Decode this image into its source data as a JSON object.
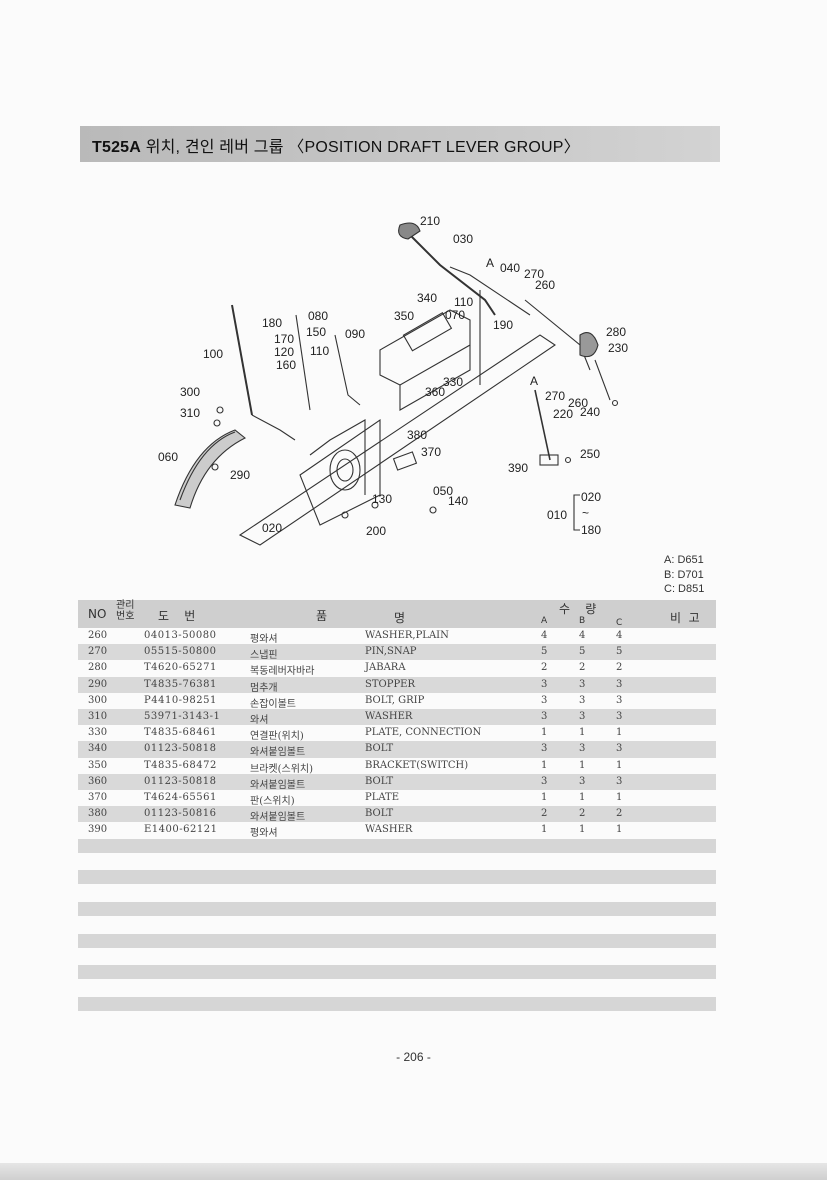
{
  "title": {
    "code": "T525A",
    "text": "위치, 견인 레버 그룹 〈POSITION DRAFT LEVER GROUP〉"
  },
  "diagram": {
    "callouts": [
      "210",
      "030",
      "A",
      "040",
      "270",
      "260",
      "340",
      "110",
      "070",
      "350",
      "190",
      "280",
      "230",
      "180",
      "080",
      "150",
      "090",
      "170",
      "120",
      "110",
      "160",
      "100",
      "300",
      "310",
      "330",
      "360",
      "A",
      "270",
      "260",
      "220",
      "240",
      "380",
      "370",
      "060",
      "290",
      "390",
      "250",
      "050",
      "140",
      "130",
      "020",
      "200",
      "010",
      "020",
      "~",
      "180"
    ]
  },
  "legend": [
    "A: D651",
    "B: D701",
    "C: D851"
  ],
  "table": {
    "header": {
      "no": "NO",
      "mgmt": "관리\n번호",
      "drawing": "도    번",
      "name_kr": "품",
      "name_en": "명",
      "qty": "수    량",
      "qa": "A",
      "qb": "B",
      "qc": "C",
      "remark": "비  고"
    },
    "rows": [
      {
        "no": "260",
        "part": "04013-50080",
        "kr": "평와셔",
        "en": "WASHER,PLAIN",
        "a": "4",
        "b": "4",
        "c": "4"
      },
      {
        "no": "270",
        "part": "05515-50800",
        "kr": "스냅핀",
        "en": "PIN,SNAP",
        "a": "5",
        "b": "5",
        "c": "5"
      },
      {
        "no": "280",
        "part": "T4620-65271",
        "kr": "복동레버자바라",
        "en": "JABARA",
        "a": "2",
        "b": "2",
        "c": "2"
      },
      {
        "no": "290",
        "part": "T4835-76381",
        "kr": "멈추개",
        "en": "STOPPER",
        "a": "3",
        "b": "3",
        "c": "3"
      },
      {
        "no": "300",
        "part": "P4410-98251",
        "kr": "손잡이볼트",
        "en": "BOLT, GRIP",
        "a": "3",
        "b": "3",
        "c": "3"
      },
      {
        "no": "310",
        "part": "53971-3143-1",
        "kr": "와셔",
        "en": "WASHER",
        "a": "3",
        "b": "3",
        "c": "3"
      },
      {
        "no": "330",
        "part": "T4835-68461",
        "kr": "연결판(위치)",
        "en": "PLATE, CONNECTION",
        "a": "1",
        "b": "1",
        "c": "1"
      },
      {
        "no": "340",
        "part": "01123-50818",
        "kr": "와셔붙임볼트",
        "en": "BOLT",
        "a": "3",
        "b": "3",
        "c": "3"
      },
      {
        "no": "350",
        "part": "T4835-68472",
        "kr": "브라켓(스위치)",
        "en": "BRACKET(SWITCH)",
        "a": "1",
        "b": "1",
        "c": "1"
      },
      {
        "no": "360",
        "part": "01123-50818",
        "kr": "와셔붙임볼트",
        "en": "BOLT",
        "a": "3",
        "b": "3",
        "c": "3"
      },
      {
        "no": "370",
        "part": "T4624-65561",
        "kr": "판(스위치)",
        "en": "PLATE",
        "a": "1",
        "b": "1",
        "c": "1"
      },
      {
        "no": "380",
        "part": "01123-50816",
        "kr": "와셔붙임볼트",
        "en": "BOLT",
        "a": "2",
        "b": "2",
        "c": "2"
      },
      {
        "no": "390",
        "part": "E1400-62121",
        "kr": "평와셔",
        "en": "WASHER",
        "a": "1",
        "b": "1",
        "c": "1"
      }
    ]
  },
  "page_number": "- 206 -"
}
